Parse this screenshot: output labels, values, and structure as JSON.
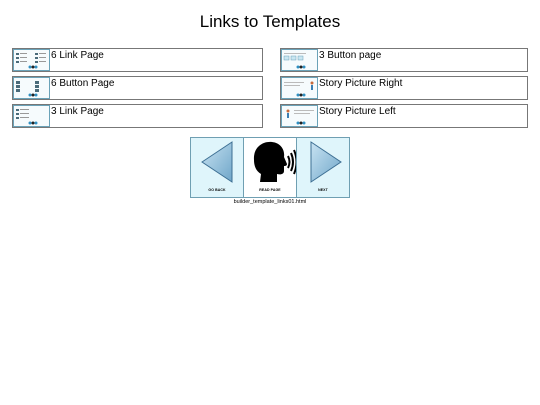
{
  "page": {
    "title": "Links to Templates",
    "file_name": "builder_template_links01.html"
  },
  "links": [
    {
      "label": "6 Link Page",
      "thumb_icon": "six-link-thumbnail-icon"
    },
    {
      "label": "3 Button page",
      "thumb_icon": "three-button-thumbnail-icon"
    },
    {
      "label": "6 Button Page",
      "thumb_icon": "six-button-thumbnail-icon"
    },
    {
      "label": "Story Picture Right",
      "thumb_icon": "story-right-thumbnail-icon"
    },
    {
      "label": "3 Link Page",
      "thumb_icon": "three-link-thumbnail-icon"
    },
    {
      "label": "Story Picture Left",
      "thumb_icon": "story-left-thumbnail-icon"
    }
  ],
  "nav": {
    "back_label": "GO BACK",
    "read_label": "READ PAGE",
    "next_label": "NEXT",
    "back_icon": "left-arrow-icon",
    "read_icon": "speaking-head-icon",
    "next_icon": "right-arrow-icon"
  },
  "colors": {
    "button_bg": "#dff5fb",
    "button_border": "#6f9fb2",
    "arrow_fill": "#9fcbe3"
  }
}
